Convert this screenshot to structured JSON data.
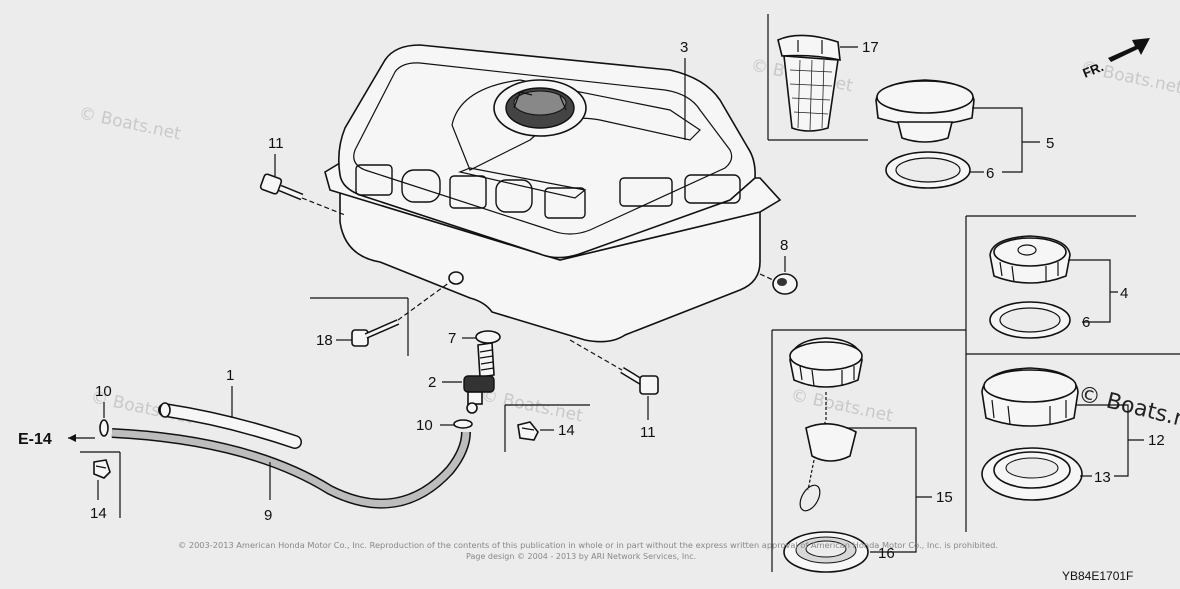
{
  "diagram": {
    "code": "YB84E1701F",
    "fr_label": "FR.",
    "ref_label": "E-14",
    "watermark": "© Boats.net",
    "watermark_large": "© Boats.n",
    "copyright_line1": "© 2003-2013 American Honda Motor Co., Inc. Reproduction of the contents of this publication in whole or in part without the express written approval of American Honda Motor Co., Inc. is prohibited.",
    "copyright_line2": "Page design © 2004 - 2013 by ARI Network Services, Inc.",
    "callouts": {
      "c1": "1",
      "c2": "2",
      "c3": "3",
      "c4": "4",
      "c5": "5",
      "c6a": "6",
      "c6b": "6",
      "c7": "7",
      "c8": "8",
      "c9": "9",
      "c10a": "10",
      "c10b": "10",
      "c11a": "11",
      "c11b": "11",
      "c12": "12",
      "c13": "13",
      "c14a": "14",
      "c14b": "14",
      "c15": "15",
      "c16": "16",
      "c17": "17",
      "c18": "18"
    }
  }
}
